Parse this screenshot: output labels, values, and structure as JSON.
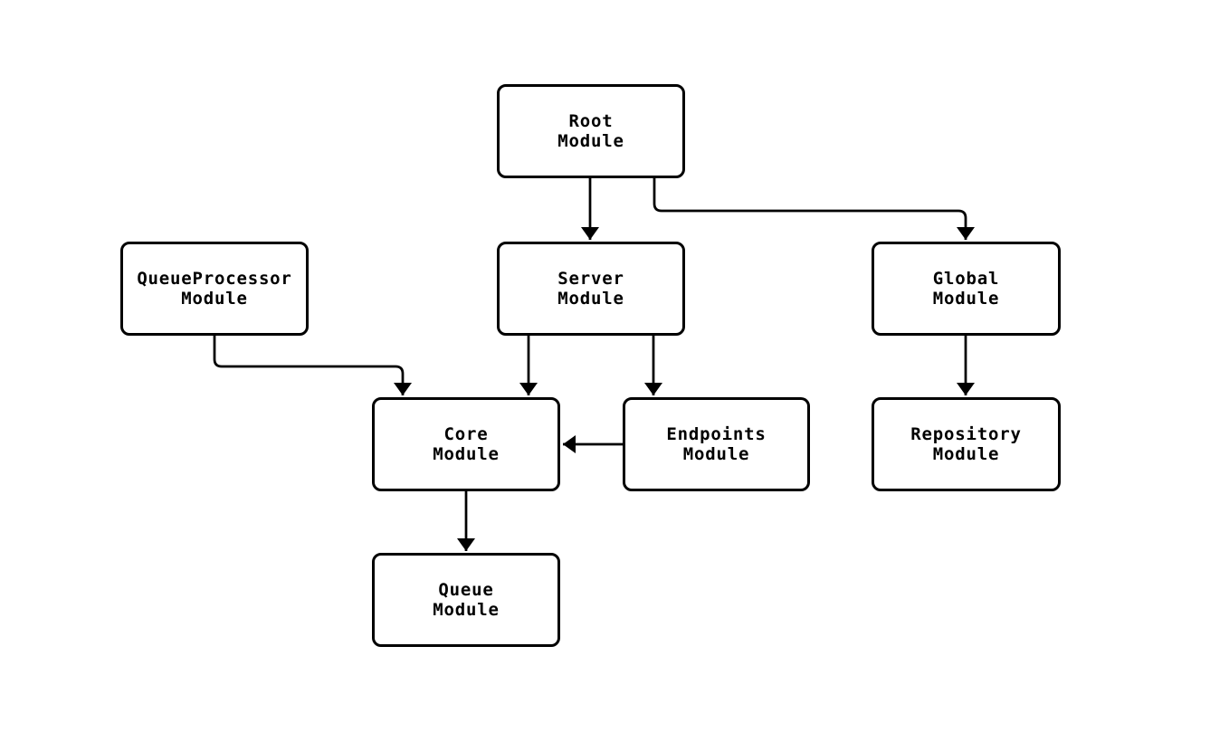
{
  "diagram": {
    "type": "module-dependency-graph",
    "colors": {
      "background": "#ffffff",
      "node_fill": "#ffffff",
      "node_border": "#000000",
      "edge": "#000000",
      "text": "#000000"
    },
    "nodes": {
      "root": {
        "label": "Root\nModule"
      },
      "queue_processor": {
        "label": "QueueProcessor\nModule"
      },
      "server": {
        "label": "Server\nModule"
      },
      "global": {
        "label": "Global\nModule"
      },
      "core": {
        "label": "Core\nModule"
      },
      "endpoints": {
        "label": "Endpoints\nModule"
      },
      "repository": {
        "label": "Repository\nModule"
      },
      "queue": {
        "label": "Queue\nModule"
      }
    },
    "edges": [
      {
        "from": "Root Module",
        "to": "Server Module"
      },
      {
        "from": "Root Module",
        "to": "Global Module"
      },
      {
        "from": "QueueProcessor Module",
        "to": "Core Module"
      },
      {
        "from": "Server Module",
        "to": "Core Module"
      },
      {
        "from": "Server Module",
        "to": "Endpoints Module"
      },
      {
        "from": "Endpoints Module",
        "to": "Core Module"
      },
      {
        "from": "Global Module",
        "to": "Repository Module"
      },
      {
        "from": "Core Module",
        "to": "Queue Module"
      }
    ]
  }
}
